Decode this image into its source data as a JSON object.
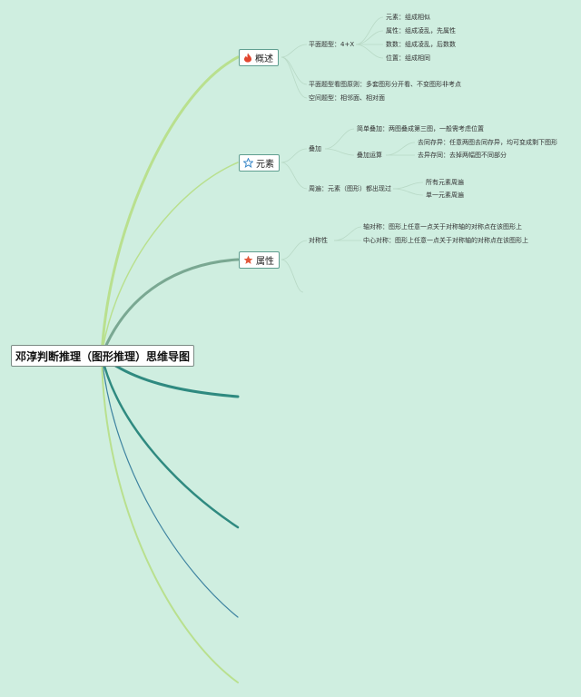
{
  "root": {
    "title": "邓淳判断推理（图形推理）思维导图"
  },
  "topics": [
    {
      "label": "概述",
      "icon": "fire-icon",
      "icon_color": "#e2452f",
      "branches": [
        {
          "label": "平面题型：4+X",
          "children": [
            "元素：组成相似",
            "属性：组成凌乱，先属性",
            "数数：组成凌乱，后数数",
            "位置：组成相同"
          ]
        },
        {
          "label": "平面题型看图原则：多套图形分开看、不变图形非考点"
        },
        {
          "label": "空间题型：相邻面、相对面"
        }
      ]
    },
    {
      "label": "元素",
      "icon": "star-outline-icon",
      "icon_color": "#3a88c8",
      "branches": [
        {
          "label": "叠加",
          "children": [
            {
              "label": "简单叠加：两图叠成第三图，一般需考虑位置"
            },
            {
              "label": "叠加运算",
              "children": [
                "去同存异：任意两图去同存异，均可变成剩下图形",
                "去异存同：去掉两幅图不同部分"
              ]
            }
          ]
        },
        {
          "label": "周遍：元素（图形）都出现过",
          "children": [
            "所有元素周遍",
            "单一元素周遍"
          ]
        }
      ]
    },
    {
      "label": "属性",
      "icon": "star-filled-icon",
      "icon_color": "#e2583c",
      "branches": [
        {
          "label": "对称性",
          "children": [
            "轴对称：图形上任意一点关于对称轴的对称点在该图形上",
            "中心对称：图形上任意一点关于对称轴的对称点在该图形上"
          ]
        }
      ]
    }
  ],
  "colors": {
    "background": "#cfeee0",
    "connector_light_green": "#b9e08e",
    "connector_gray_green": "#7aa892",
    "connector_teal": "#2f8a80",
    "connector_blue": "#3e83a0"
  }
}
